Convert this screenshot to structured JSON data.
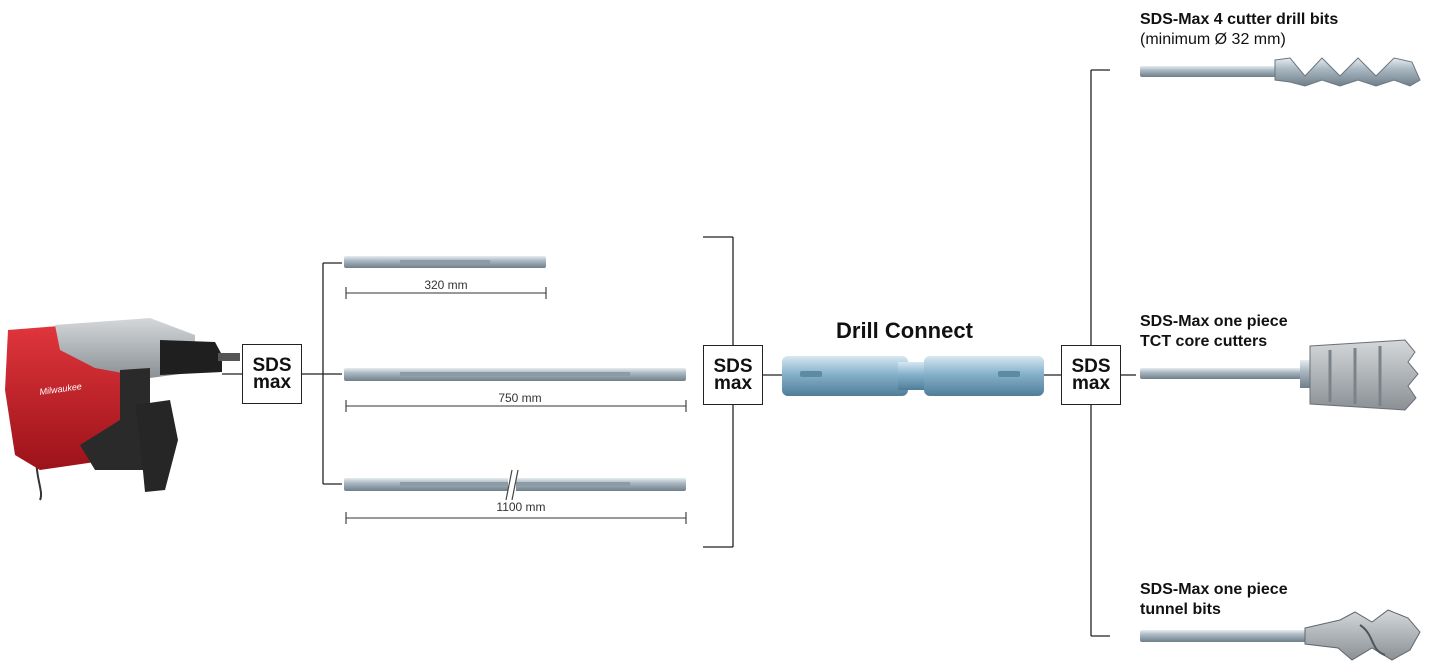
{
  "connector_label": {
    "line1": "SDS",
    "line2": "max"
  },
  "extensions": [
    {
      "length_label": "320 mm"
    },
    {
      "length_label": "750 mm"
    },
    {
      "length_label": "1100 mm"
    }
  ],
  "drill_connect": {
    "title": "Drill Connect"
  },
  "bits": [
    {
      "title": "SDS-Max 4 cutter drill bits",
      "subtitle": "(minimum Ø 32 mm)"
    },
    {
      "title_line1": "SDS-Max one piece",
      "title_line2": "TCT core cutters"
    },
    {
      "title_line1": "SDS-Max one piece",
      "title_line2": "tunnel bits"
    }
  ],
  "colors": {
    "drill_red": "#c8202a",
    "drill_black": "#222222",
    "steel": "#9aa9b4",
    "connector_blue": "#7fa9c4"
  }
}
